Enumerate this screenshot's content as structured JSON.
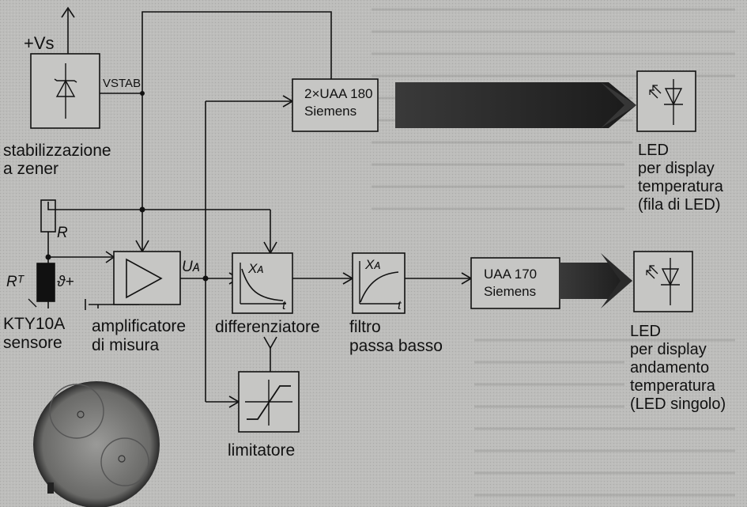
{
  "supply": {
    "vs": "+Vs"
  },
  "zener": {
    "vstab": "VSTAB",
    "caption_1": "stabilizzazione",
    "caption_2": "a zener"
  },
  "uaa180": {
    "name": "2×UAA 180",
    "maker": "Siemens"
  },
  "uaa170": {
    "name": "UAA 170",
    "maker": "Siemens"
  },
  "led_bar": {
    "caption_1": "LED",
    "caption_2": "per display",
    "caption_3": "temperatura",
    "caption_4": "(fila di LED)"
  },
  "led_single": {
    "caption_1": "LED",
    "caption_2": "per display",
    "caption_3": "andamento",
    "caption_4": "temperatura",
    "caption_5": "(LED singolo)"
  },
  "sensor": {
    "r": "R",
    "rt": "Rᵀ",
    "theta": "ϑ+",
    "caption_1": "KTY10A",
    "caption_2": "sensore"
  },
  "amplifier": {
    "ua": "Uᴀ",
    "caption_1": "amplificatore",
    "caption_2": "di misura"
  },
  "differentiator": {
    "xa": "Xᴀ",
    "t": "t",
    "caption": "differenziatore"
  },
  "lowpass": {
    "xa": "Xᴀ",
    "t": "t",
    "caption_1": "filtro",
    "caption_2": "passa basso"
  },
  "limiter": {
    "caption": "limitatore"
  }
}
